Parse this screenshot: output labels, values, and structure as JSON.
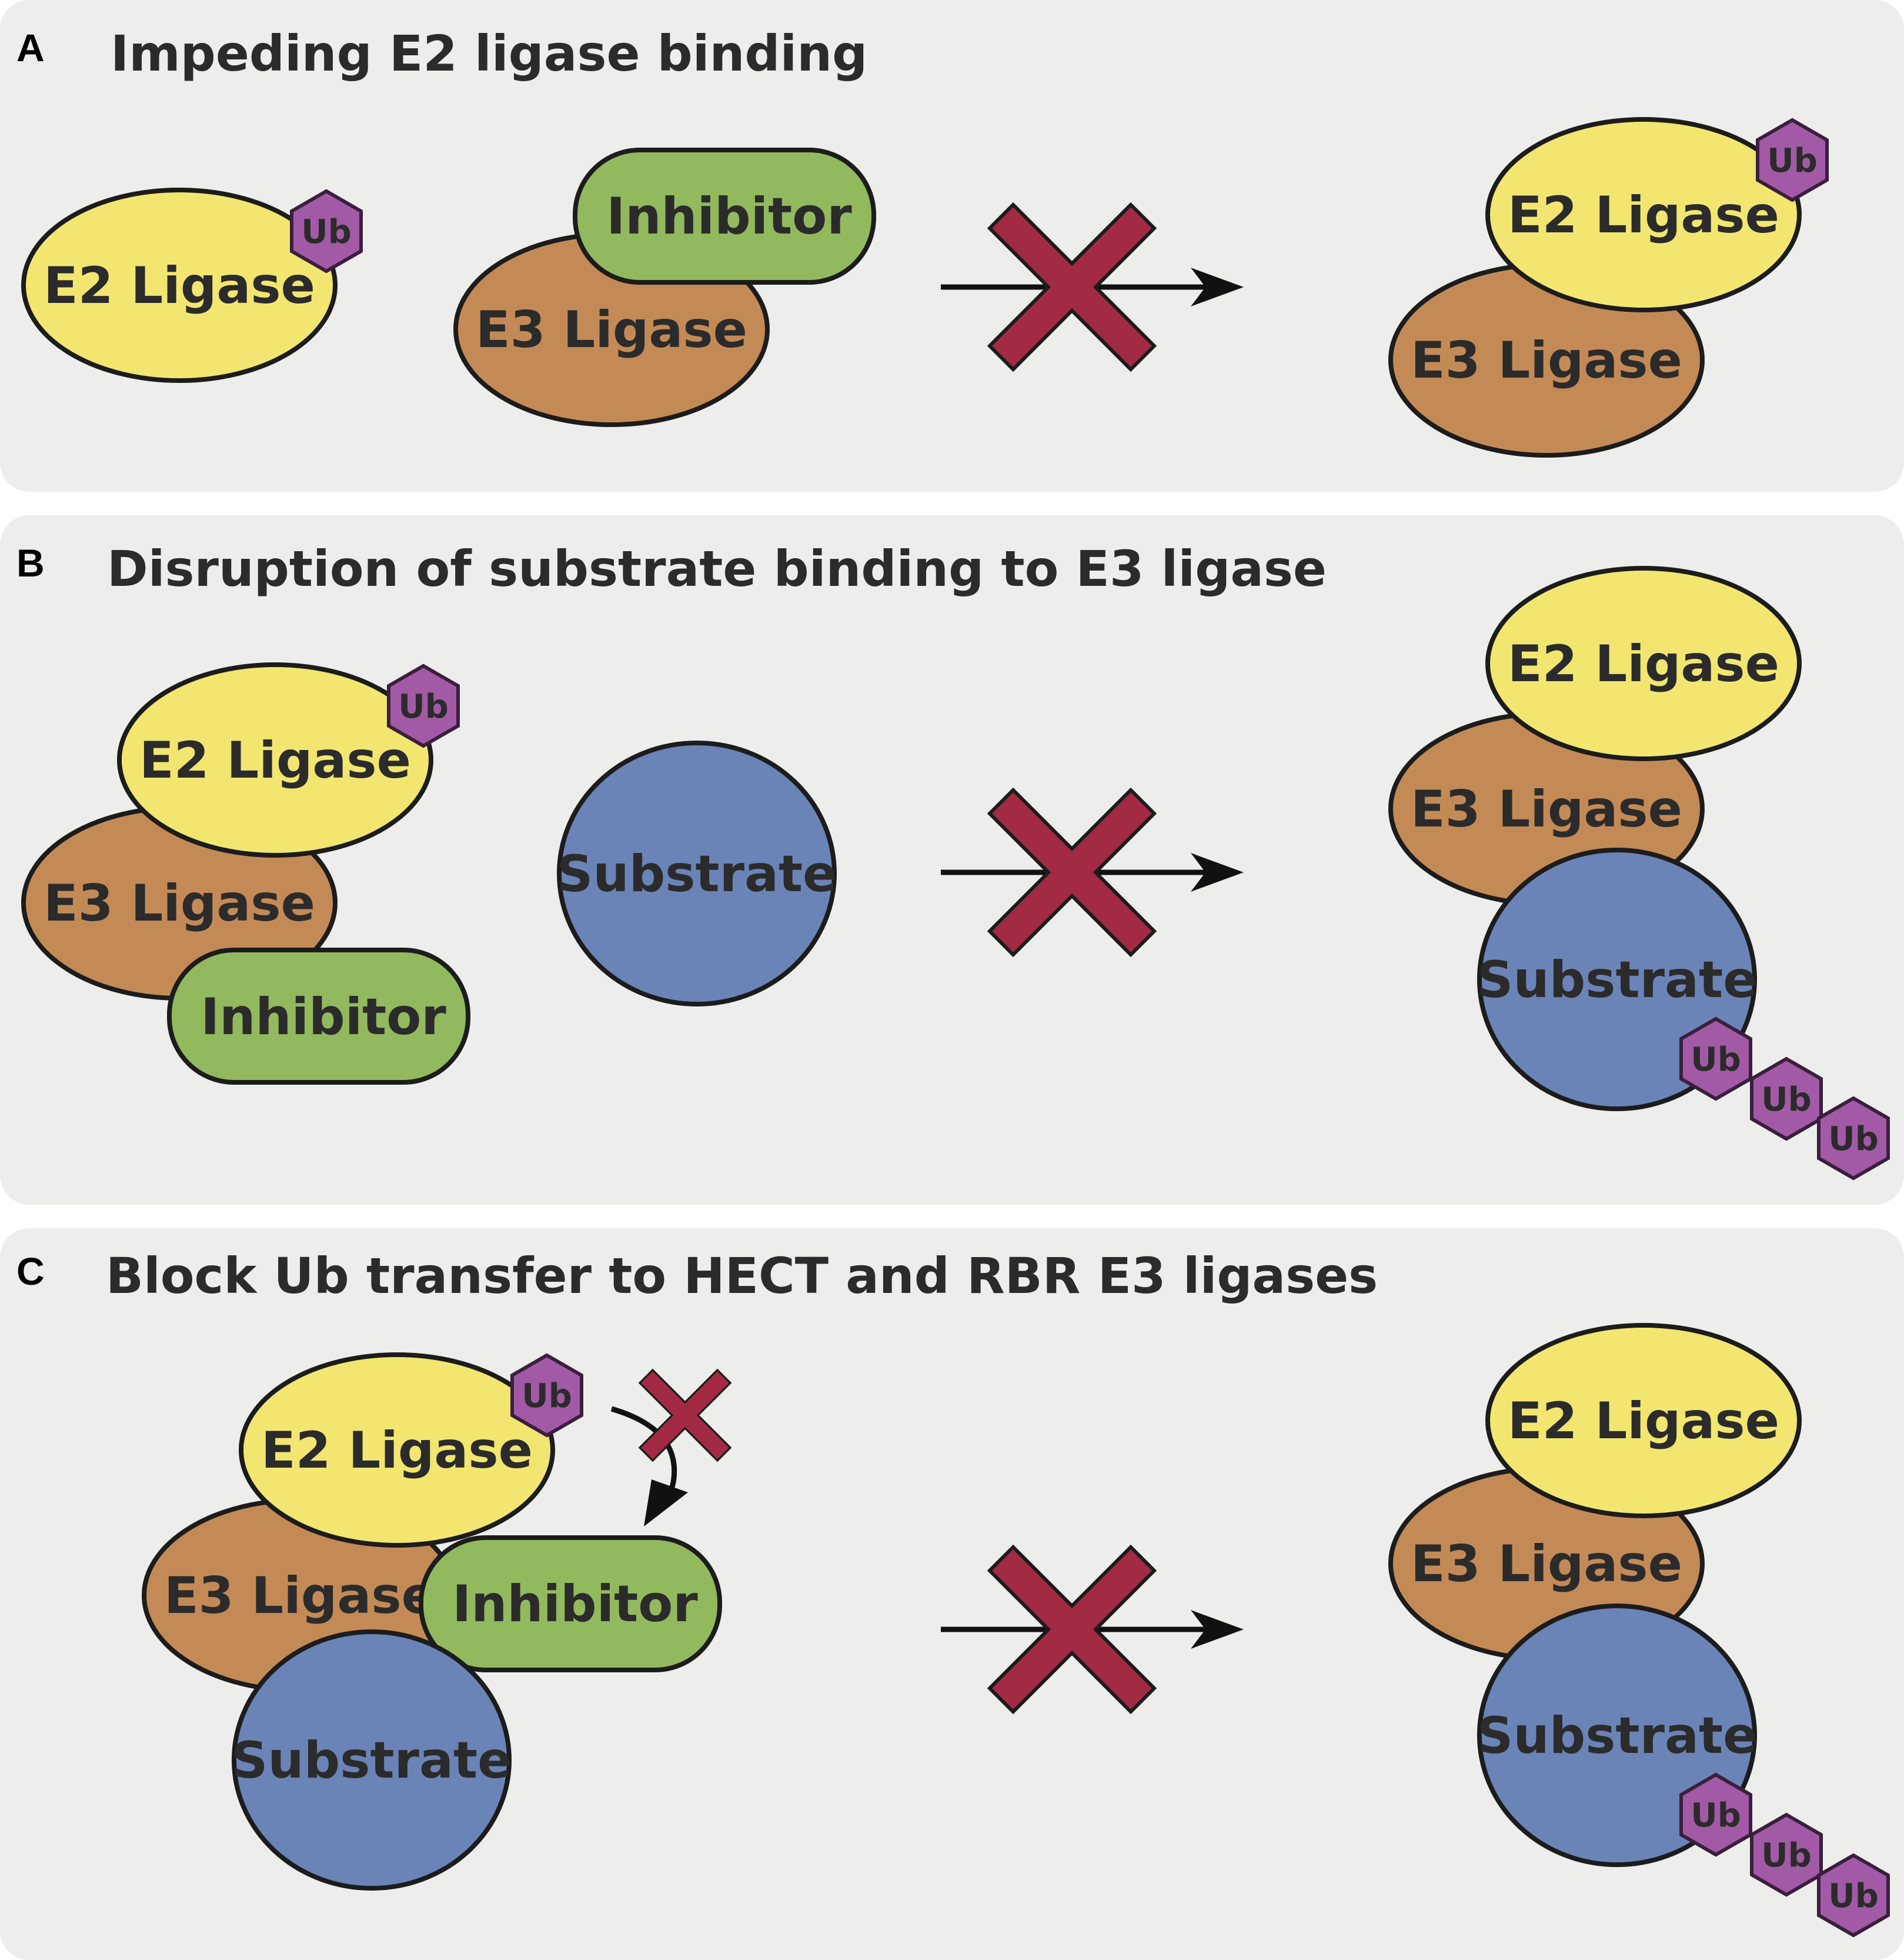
{
  "panels": [
    {
      "letter": "A",
      "title": "Impeding E2 ligase binding"
    },
    {
      "letter": "B",
      "title": "Disruption of substrate binding to E3 ligase"
    },
    {
      "letter": "C",
      "title": "Block Ub transfer to HECT and RBR E3 ligases"
    }
  ],
  "labels": {
    "e2": "E2 Ligase",
    "e3": "E3 Ligase",
    "inhibitor": "Inhibitor",
    "substrate": "Substrate",
    "ub": "Ub"
  },
  "colors": {
    "e2_ligase": "#f2e670",
    "e3_ligase": "#c48a56",
    "inhibitor": "#92b95e",
    "substrate": "#6a84b7",
    "ubiquitin": "#a25aa6",
    "block_mark": "#a22a43",
    "panel_background": "#ededec"
  }
}
